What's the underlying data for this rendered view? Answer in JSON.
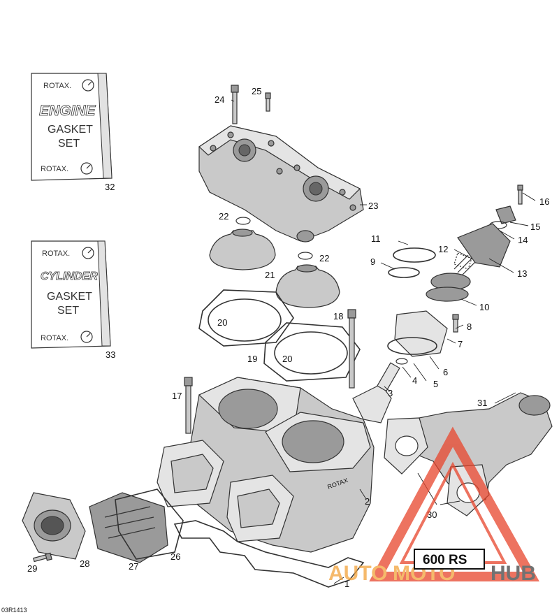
{
  "diagram": {
    "reference_code": "03R1413",
    "model_badge": "600 RS",
    "watermark": {
      "text_part1": "AUTO",
      "text_part2": "MOTO",
      "text_part3": "HUB",
      "color_primary": "#e8452c",
      "color_secondary": "#f2a23a",
      "color_dark": "#444444"
    },
    "kits": {
      "engine": {
        "brand_top": "ROTAX.",
        "title": "ENGINE",
        "line1": "GASKET",
        "line2": "SET",
        "brand_bottom": "ROTAX."
      },
      "cylinder": {
        "brand_top": "ROTAX.",
        "title": "CYLINDER",
        "line1": "GASKET",
        "line2": "SET",
        "brand_bottom": "ROTAX."
      }
    },
    "callouts": [
      "1",
      "2",
      "3",
      "4",
      "5",
      "6",
      "7",
      "8",
      "9",
      "10",
      "11",
      "12",
      "13",
      "14",
      "15",
      "16",
      "17",
      "18",
      "19",
      "20",
      "20",
      "21",
      "22",
      "22",
      "23",
      "24",
      "25",
      "26",
      "27",
      "28",
      "29",
      "30",
      "31",
      "32",
      "33"
    ]
  }
}
